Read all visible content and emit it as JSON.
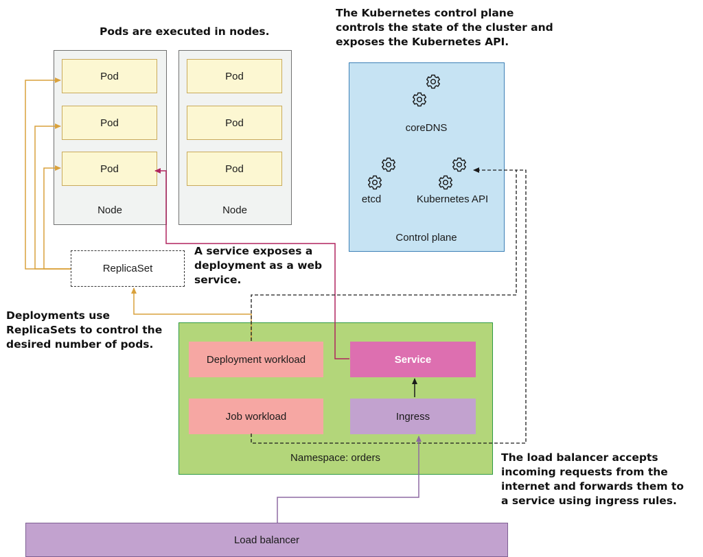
{
  "annotations": {
    "pods_in_nodes": "Pods are executed in nodes.",
    "control_plane_note": [
      "The Kubernetes control plane",
      "controls the state of the cluster and",
      "exposes the Kubernetes API."
    ],
    "service_note": [
      "A service exposes a",
      "deployment as a web",
      "service."
    ],
    "deployments_note": [
      "Deployments use",
      "ReplicaSets to control the",
      "desired number of pods."
    ],
    "load_balancer_note": [
      "The load balancer accepts",
      "incoming requests from the",
      "internet and forwards them to",
      "a service using ingress rules."
    ]
  },
  "nodes": [
    {
      "label": "Node",
      "pods": [
        "Pod",
        "Pod",
        "Pod"
      ]
    },
    {
      "label": "Node",
      "pods": [
        "Pod",
        "Pod",
        "Pod"
      ]
    }
  ],
  "control_plane": {
    "label": "Control plane",
    "components": {
      "coredns": "coreDNS",
      "etcd": "etcd",
      "api": "Kubernetes API"
    }
  },
  "replicaset": {
    "label": "ReplicaSet"
  },
  "namespace": {
    "label": "Namespace: orders",
    "deployment": "Deployment workload",
    "job": "Job workload",
    "service": "Service",
    "ingress": "Ingress"
  },
  "load_balancer": {
    "label": "Load balancer"
  },
  "icons": {
    "component": "gear-icon"
  },
  "colors": {
    "node_bg": "#f1f3f2",
    "pod_bg": "#fcf7d2",
    "pod_border": "#c9aa5a",
    "control_plane_bg": "#c6e3f3",
    "namespace_bg": "#b3d67a",
    "workload_bg": "#f6a7a3",
    "service_bg": "#dd6fb0",
    "ingress_bg": "#c2a2cf",
    "orange_arrow": "#d9a13b",
    "crimson_arrow": "#b0245e",
    "purple_arrow": "#8e6aa3"
  }
}
